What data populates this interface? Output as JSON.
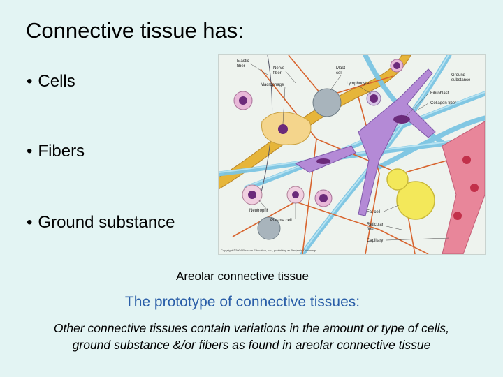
{
  "slide": {
    "title": "Connective tissue has:",
    "bullets": [
      {
        "marker": "•",
        "text": "Cells"
      },
      {
        "marker": "•",
        "text": "Fibers"
      },
      {
        "marker": "•",
        "text": "Ground substance"
      }
    ],
    "caption": "Areolar connective tissue",
    "subtitle": "The prototype of connective tissues:",
    "note_line1": "Other connective tissues contain variations in the amount or type of cells,",
    "note_line2": "ground substance &/or fibers as found in areolar connective tissue"
  },
  "figure": {
    "labels": {
      "elastic_fiber_1": "Elastic",
      "elastic_fiber_2": "fiber",
      "nerve_fiber_1": "Nerve",
      "nerve_fiber_2": "fiber",
      "mast_cell_1": "Mast",
      "mast_cell_2": "cell",
      "macrophage": "Macrophage",
      "lymphocyte": "Lymphocyte",
      "ground_substance_1": "Ground",
      "ground_substance_2": "substance",
      "fibroblast": "Fibroblast",
      "collagen_fiber": "Collagen fiber",
      "neutrophil": "Neutrophil",
      "plasma_cell": "Plasma cell",
      "fat_cell": "Fat cell",
      "reticular_fiber_1": "Reticular",
      "reticular_fiber_2": "fiber",
      "capillary": "Capillary",
      "copyright": "Copyright ©2004 Pearson Education, Inc., publishing as Benjamin Cummings"
    },
    "colors": {
      "collagen": "#8fd0ea",
      "elastic": "#e6b53a",
      "reticular": "#d8642e",
      "fibroblast": "#b48ad6",
      "fat": "#f3e85a",
      "capillary": "#e8869a",
      "macrophage": "#f4d58c",
      "mast_cell": "#a8b4bc",
      "nucleus": "#6b2a7a"
    }
  }
}
